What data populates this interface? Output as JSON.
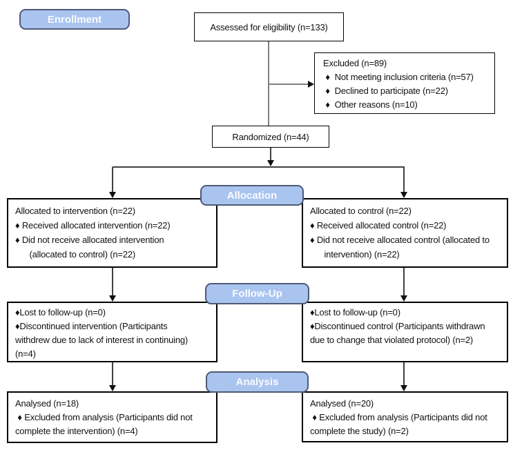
{
  "stage_labels": {
    "enrollment": "Enrollment",
    "allocation": "Allocation",
    "followup": "Follow-Up",
    "analysis": "Analysis"
  },
  "boxes": {
    "assessed": {
      "text": "Assessed for eligibility (n=133)"
    },
    "excluded": {
      "lines": [
        "Excluded (n=89)",
        " ♦  Not meeting inclusion criteria (n=57)",
        " ♦  Declined to participate (n=22)",
        " ♦  Other reasons (n=10)"
      ]
    },
    "randomized": {
      "text": "Randomized (n=44)"
    },
    "allocation_intervention": {
      "lines": [
        "Allocated to intervention (n=22)",
        "♦ Received allocated intervention (n=22)",
        "♦ Did not receive allocated intervention",
        "      (allocated to control) (n=22)"
      ]
    },
    "allocation_control": {
      "lines": [
        "Allocated to control (n=22)",
        "♦ Received allocated control (n=22)",
        "♦ Did not receive allocated control (allocated to",
        "      intervention) (n=22)"
      ]
    },
    "followup_intervention": {
      "lines": [
        "♦Lost to follow-up (n=0)",
        "♦Discontinued intervention (Participants",
        "withdrew due to lack of interest in continuing)",
        "(n=4)"
      ]
    },
    "followup_control": {
      "lines": [
        "♦Lost to follow-up (n=0)",
        "♦Discontinued control (Participants withdrawn",
        "due to change that violated protocol) (n=2)"
      ]
    },
    "analysis_intervention": {
      "lines": [
        "Analysed (n=18)",
        " ♦ Excluded from analysis (Participants did not",
        "complete the intervention) (n=4)"
      ]
    },
    "analysis_control": {
      "lines": [
        "Analysed (n=20)",
        " ♦ Excluded from analysis (Participants did not",
        "complete the study) (n=2)"
      ]
    }
  },
  "colors": {
    "stage_fill": "#a9c4ef",
    "stage_border": "#4d5a75",
    "stage_text": "#fafbff",
    "box_border": "#000000",
    "connector": "#404040",
    "connector_light": "#808080"
  }
}
